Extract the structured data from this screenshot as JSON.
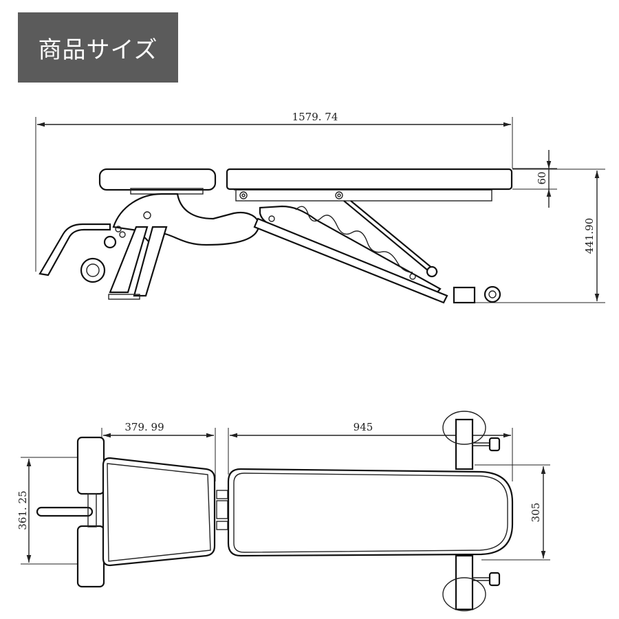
{
  "title": "商品サイズ",
  "dimensions": {
    "total_length": "1579. 74",
    "pad_thickness": "60",
    "total_height": "441.90",
    "seat_length": "379. 99",
    "back_length": "945",
    "seat_width": "361. 25",
    "back_width": "305"
  },
  "colors": {
    "badge_bg": "#5b5b5b",
    "line": "#222222"
  }
}
